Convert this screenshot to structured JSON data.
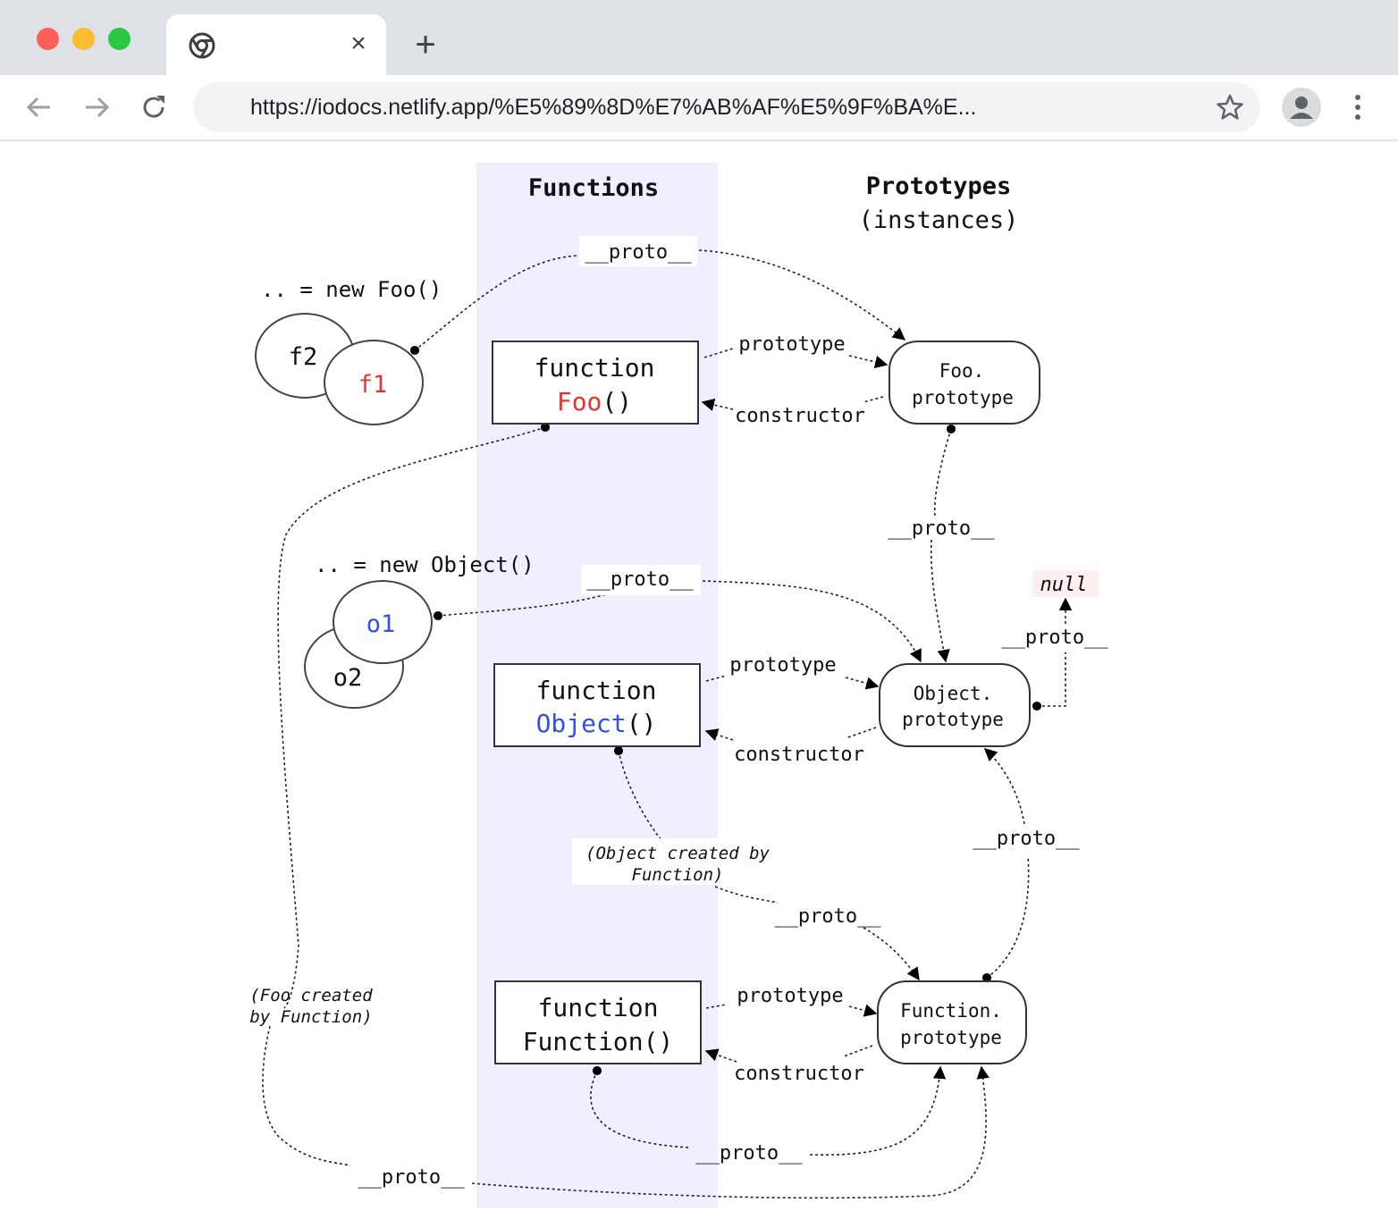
{
  "window": {
    "tab_title": "",
    "new_tab_glyph": "+",
    "close_glyph": "×"
  },
  "toolbar": {
    "url": "https://iodocs.netlify.app/%E5%89%8D%E7%AB%AF%E5%9F%BA%E..."
  },
  "icons": {
    "favicon": "chrome-icon",
    "back": "arrow-left-icon",
    "forward": "arrow-right-icon",
    "reload": "reload-icon",
    "bookmark": "star-icon",
    "profile": "person-icon",
    "menu": "kebab-menu-icon"
  },
  "colors": {
    "functions_column_bg": "#efefff",
    "foo_red": "#e8322e",
    "object_blue": "#3050e8",
    "null_bg": "#fdeef0",
    "traffic_red": "#ff5f57",
    "traffic_yellow": "#febc2e",
    "traffic_green": "#28c840"
  },
  "diagram": {
    "headers": {
      "functions": "Functions",
      "prototypes_line1": "Prototypes",
      "prototypes_line2": "(instances)"
    },
    "instances": {
      "foo_caption": ".. = new Foo()",
      "f1": "f1",
      "f2": "f2",
      "object_caption": ".. = new Object()",
      "o1": "o1",
      "o2": "o2"
    },
    "function_boxes": {
      "foo_line1": "function",
      "foo_name": "Foo",
      "foo_parens": "()",
      "object_line1": "function",
      "object_name": "Object",
      "object_parens": "()",
      "function_line1": "function",
      "function_line2": "Function()"
    },
    "prototype_boxes": {
      "foo_line1": "Foo.",
      "foo_line2": "prototype",
      "object_line1": "Object.",
      "object_line2": "prototype",
      "function_line1": "Function.",
      "function_line2": "prototype"
    },
    "edge_labels": {
      "proto": "__proto__",
      "prototype": "prototype",
      "constructor": "constructor",
      "null": "null",
      "object_created_line1": "(Object created by",
      "object_created_line2": "Function)",
      "foo_created_line1": "(Foo created",
      "foo_created_line2": "by Function)"
    }
  }
}
